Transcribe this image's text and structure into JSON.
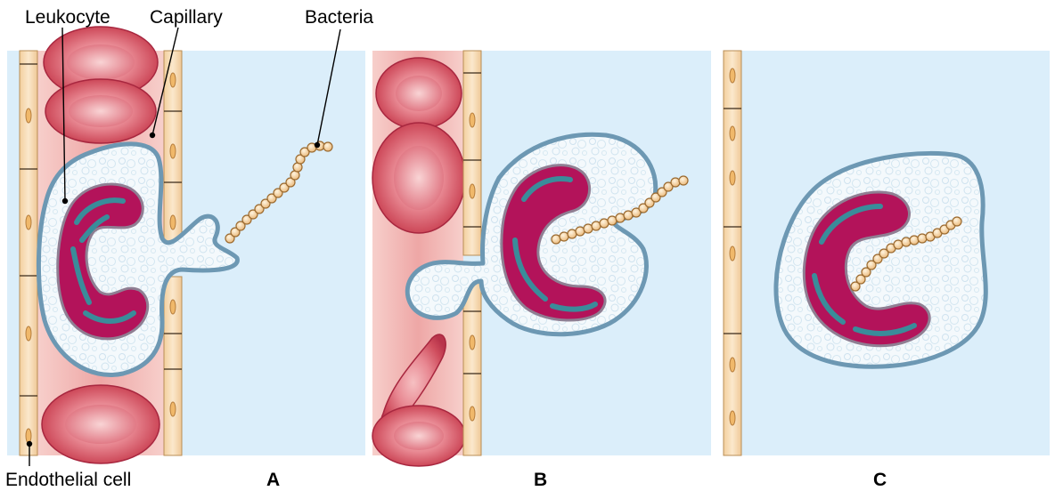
{
  "labels": {
    "leukocyte": "Leukocyte",
    "capillary": "Capillary",
    "bacteria": "Bacteria",
    "endothelial_cell": "Endothelial cell"
  },
  "panels": [
    {
      "label": "A"
    },
    {
      "label": "B"
    },
    {
      "label": "C"
    }
  ],
  "colors": {
    "tissue_background": "#dbeefa",
    "capillary_lumen": "#f2b9b7",
    "endothelium": "#f6dcb4",
    "red_cell": "#d9656f",
    "leukocyte_cytoplasm": "#f1f7fb",
    "leukocyte_nucleus": "#b3135a",
    "bacteria": "#f3cf96"
  }
}
